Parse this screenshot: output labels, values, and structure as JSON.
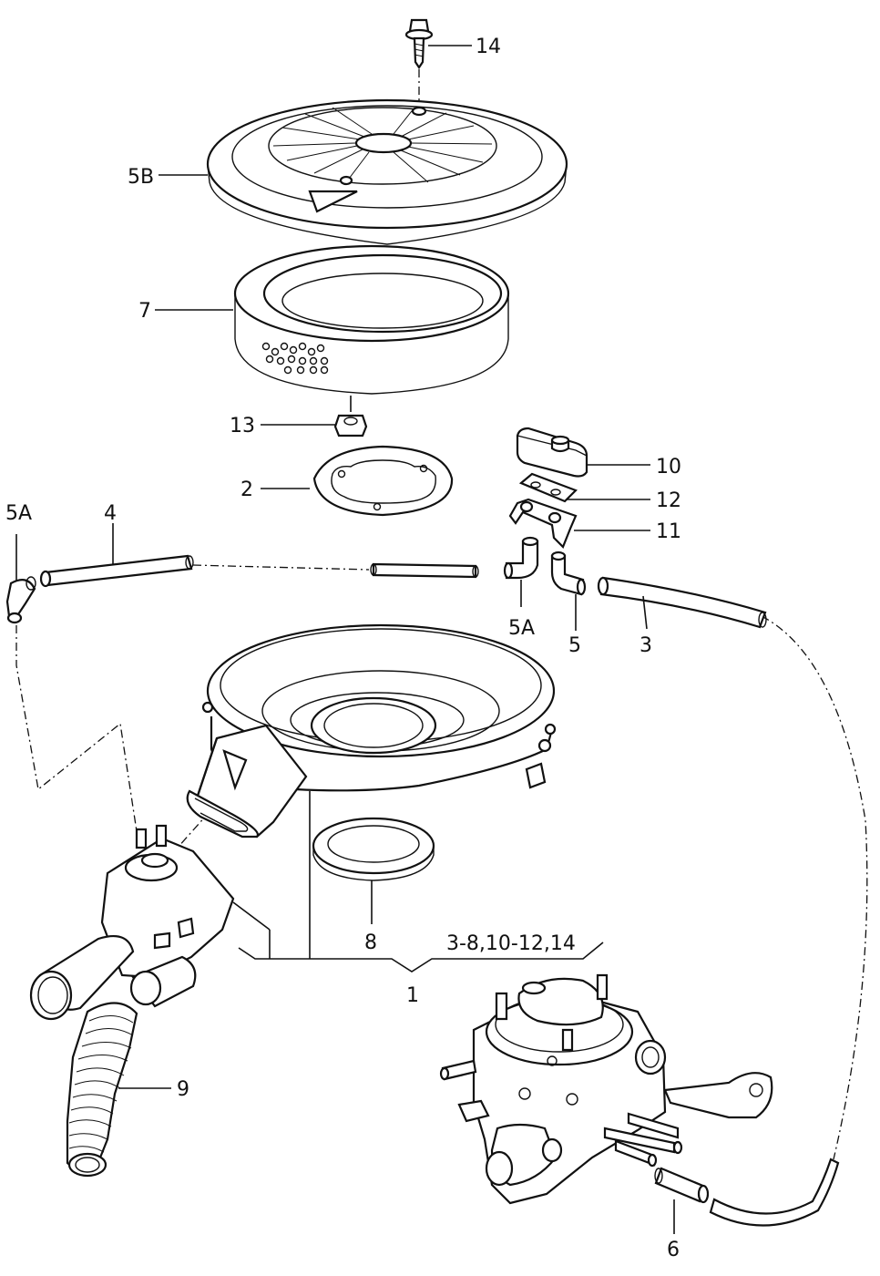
{
  "callouts": {
    "c14": "14",
    "c5b": "5B",
    "c7": "7",
    "c13": "13",
    "c2": "2",
    "c10": "10",
    "c12": "12",
    "c11": "11",
    "c5a_left": "5A",
    "c4": "4",
    "c5a_mid": "5A",
    "c5": "5",
    "c3": "3",
    "c8": "8",
    "c1": "1",
    "c_range": "3-8,10-12,14",
    "c9": "9",
    "c6": "6"
  },
  "colors": {
    "line": "#111111",
    "background": "#ffffff"
  }
}
